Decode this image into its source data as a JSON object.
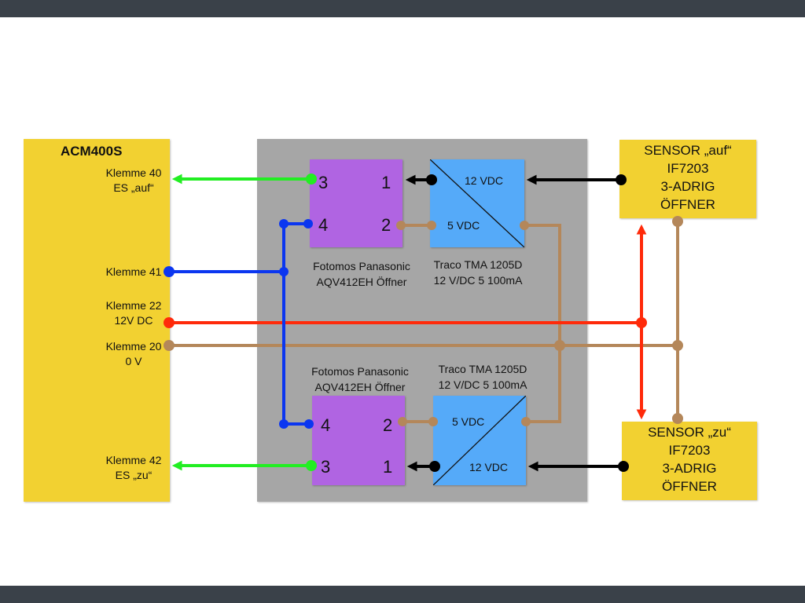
{
  "acm": {
    "title": "ACM400S",
    "klemme40": [
      "Klemme 40",
      "ES „auf“"
    ],
    "klemme41": "Klemme 41",
    "klemme22": [
      "Klemme 22",
      "12V DC"
    ],
    "klemme20": [
      "Klemme 20",
      "0 V"
    ],
    "klemme42": [
      "Klemme 42",
      "ES „zu“"
    ]
  },
  "sensor_auf": [
    "SENSOR „auf“",
    "IF7203",
    "3-ADRIG",
    "ÖFFNER"
  ],
  "sensor_zu": [
    "SENSOR „zu“",
    "IF7203",
    "3-ADRIG",
    "ÖFFNER"
  ],
  "relay_top": {
    "pin_tl": "3",
    "pin_tr": "1",
    "pin_bl": "4",
    "pin_br": "2"
  },
  "relay_bottom": {
    "pin_tl": "4",
    "pin_tr": "2",
    "pin_bl": "3",
    "pin_br": "1"
  },
  "converter_top": {
    "in_label": "12 VDC",
    "out_label": "5 VDC"
  },
  "converter_bottom": {
    "in_label": "12 VDC",
    "out_label": "5 VDC"
  },
  "labels": {
    "relay_top_desc": [
      "Fotomos Panasonic",
      "AQV412EH Öffner"
    ],
    "conv_top_desc": [
      "Traco TMA 1205D",
      "12 V/DC 5 100mA"
    ],
    "relay_bottom_desc": [
      "Fotomos Panasonic",
      "AQV412EH Öffner"
    ],
    "conv_bottom_desc": [
      "Traco TMA 1205D",
      "12 V/DC 5 100mA"
    ]
  },
  "colors": {
    "acm": "#f2d131",
    "sensor": "#f2d131",
    "housing": "#a6a6a6",
    "relay": "#b064e2",
    "converter": "#55aaf9",
    "signal_out": "#22ee22",
    "control": "#0b36f0",
    "supply_12v": "#ff2a0a",
    "ground_0v": "#b4875a",
    "sensor_signal": "#000000"
  }
}
